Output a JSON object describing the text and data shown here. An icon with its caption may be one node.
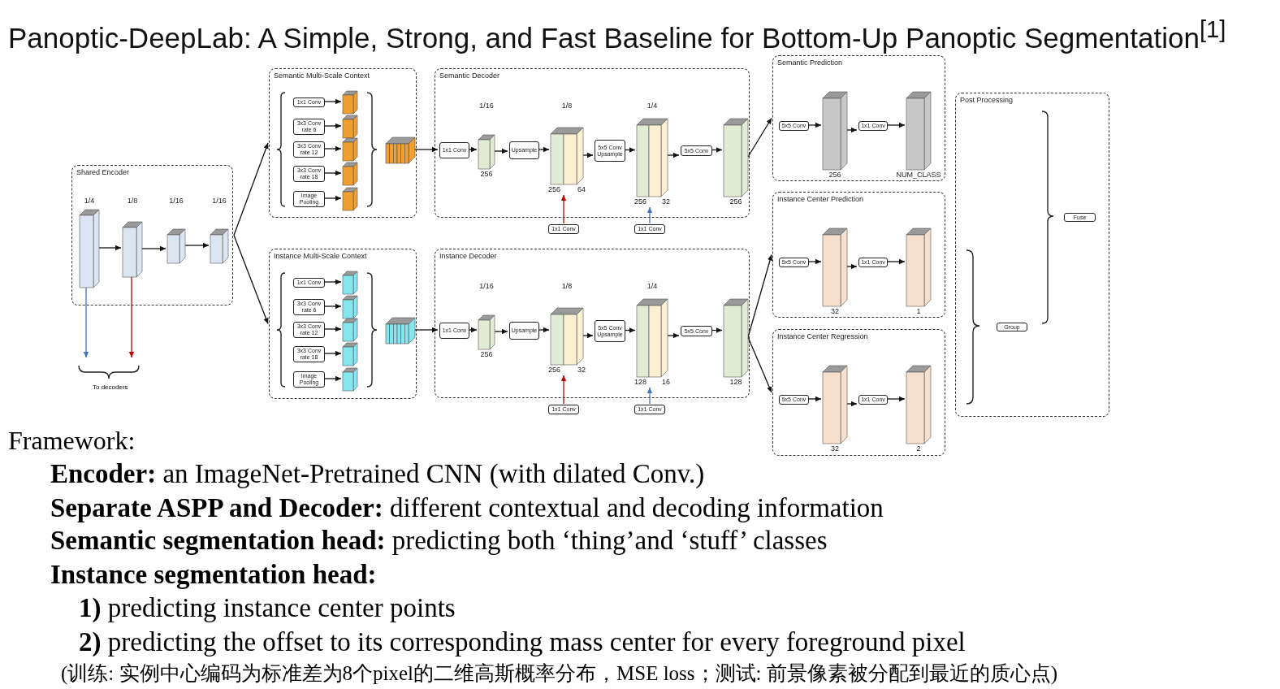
{
  "diagram": {
    "title": "Panoptic-DeepLab: A Simple, Strong, and Fast Baseline for Bottom-Up Panoptic Segmentation$^{[1]}$",
    "nodes": [
      {
        "text": [
          "Shared Encoder"
        ]
      },
      {
        "text": [
          "1/4"
        ],
        "in": 0
      },
      {
        "text": [
          "1/8"
        ],
        "in": 0
      },
      {
        "text": [
          "1/16"
        ],
        "in": 0
      },
      {
        "text": [
          "1/16"
        ],
        "in": 0
      },
      {
        "text": [
          "Semantic Multi-Scale Context"
        ]
      },
      {
        "text": [
          "1x1 Conv"
        ],
        "in": 5
      },
      {
        "text": [
          "3x3 Conv rate 6"
        ],
        "in": 5
      },
      {
        "text": [
          "3x3 Conv rate 12"
        ],
        "in": 5
      },
      {
        "text": [
          "3x3 Conv rate 18"
        ],
        "in": 5
      },
      {
        "text": [
          "Image Pooling"
        ],
        "in": 5
      },
      {
        "text": [],
        "shape": "box",
        "in": 5
      },
      {
        "text": [],
        "shape": "box",
        "in": 5
      },
      {
        "text": [],
        "shape": "box",
        "in": 5
      },
      {
        "text": [],
        "shape": "box",
        "in": 5
      },
      {
        "text": [],
        "shape": "box",
        "in": 5
      },
      {
        "text": [],
        "shape": "box",
        "in": 5
      },
      {
        "text": [
          "Instance Multi-Scale Context"
        ]
      },
      {
        "text": [
          "1x1 Conv"
        ],
        "in": 17
      },
      {
        "text": [
          "3x3 Conv rate 6"
        ],
        "in": 17
      },
      {
        "text": [
          "3x3 Conv rate 12"
        ],
        "in": 17
      },
      {
        "text": [
          "3x3 Conv rate 18"
        ],
        "in": 17
      },
      {
        "text": [
          "Image Pooling"
        ],
        "in": 17
      },
      {
        "text": [],
        "shape": "box",
        "in": 17
      },
      {
        "text": [],
        "shape": "box",
        "in": 17
      },
      {
        "text": [],
        "shape": "box",
        "in": 17
      },
      {
        "text": [],
        "shape": "box",
        "in": 17
      },
      {
        "text": [],
        "shape": "box",
        "in": 17
      },
      {
        "text": [],
        "shape": "box",
        "in": 17
      },
      {
        "text": [
          "Semantic Decoder"
        ]
      },
      {
        "text": [
          "1x1 Conv"
        ],
        "in": 29
      },
      {
        "text": [
          "1/16",
          "256"
        ],
        "in": 29
      },
      {
        "text": [
          "Upsample"
        ],
        "in": 29
      },
      {
        "text": [
          "1/8",
          "256",
          "64"
        ],
        "in": 29
      },
      {
        "text": [
          "5x5 Conv Upsample"
        ],
        "in": 29
      },
      {
        "text": [
          "1/4",
          "256",
          "32"
        ],
        "in": 29
      },
      {
        "text": [
          "5x5 Conv"
        ],
        "in": 29
      },
      {
        "text": [
          "256"
        ],
        "in": 29
      },
      {
        "text": [
          "1x1 Conv"
        ]
      },
      {
        "text": [
          "1x1 Conv"
        ]
      },
      {
        "text": [
          "Instance Decoder"
        ]
      },
      {
        "text": [
          "1x1 Conv"
        ],
        "in": 40
      },
      {
        "text": [
          "1/16",
          "256"
        ],
        "in": 40
      },
      {
        "text": [
          "Upsample"
        ],
        "in": 40
      },
      {
        "text": [
          "1/8",
          "256",
          "32"
        ],
        "in": 40
      },
      {
        "text": [
          "5x5 Conv Upsample"
        ],
        "in": 40
      },
      {
        "text": [
          "1/4",
          "128",
          "16"
        ],
        "in": 40
      },
      {
        "text": [
          "5x5 Conv"
        ],
        "in": 40
      },
      {
        "text": [
          "128"
        ],
        "in": 40
      },
      {
        "text": [
          "1x1 Conv"
        ]
      },
      {
        "text": [
          "1x1 Conv"
        ]
      },
      {
        "text": [
          "Semantic Prediction"
        ]
      },
      {
        "text": [
          "5x5 Conv"
        ],
        "in": 51
      },
      {
        "text": [
          "256"
        ],
        "in": 51
      },
      {
        "text": [
          "1x1 Conv"
        ],
        "in": 51
      },
      {
        "text": [
          "NUM_CLASS"
        ],
        "in": 51
      },
      {
        "text": [
          "Instance Center Prediction"
        ]
      },
      {
        "text": [
          "5x5 Conv"
        ],
        "in": 56
      },
      {
        "text": [
          "32"
        ],
        "in": 56
      },
      {
        "text": [
          "1x1 Conv"
        ],
        "in": 56
      },
      {
        "text": [
          "1"
        ],
        "in": 56
      },
      {
        "text": [
          "Instance Center Regression"
        ]
      },
      {
        "text": [
          "5x5 Conv"
        ],
        "in": 61
      },
      {
        "text": [
          "32"
        ],
        "in": 61
      },
      {
        "text": [
          "1x1 Conv"
        ],
        "in": 61
      },
      {
        "text": [
          "2"
        ],
        "in": 61
      },
      {
        "text": [
          "Post Processing"
        ]
      },
      {
        "text": [
          "Fuse"
        ],
        "in": 66
      },
      {
        "text": [
          "Group"
        ],
        "in": 66
      }
    ],
    "edges": [
      {
        "from": 1,
        "to": 2,
        "arrow": "to"
      },
      {
        "from": 2,
        "to": 3,
        "arrow": "to"
      },
      {
        "from": 3,
        "to": 4,
        "arrow": "to"
      },
      {
        "from": 1,
        "to": null,
        "arrow": "to",
        "color": "#4472c4"
      },
      {
        "from": 2,
        "to": null,
        "arrow": "to",
        "color": "#c00000"
      },
      {
        "from": 0,
        "to": 5,
        "arrow": "to"
      },
      {
        "from": 0,
        "to": 17,
        "arrow": "to"
      },
      {
        "from": 6,
        "to": 11,
        "arrow": "to"
      },
      {
        "from": 7,
        "to": 12,
        "arrow": "to"
      },
      {
        "from": 8,
        "to": 13,
        "arrow": "to"
      },
      {
        "from": 9,
        "to": 14,
        "arrow": "to"
      },
      {
        "from": 10,
        "to": 15,
        "arrow": "to"
      },
      {
        "from": 18,
        "to": 23,
        "arrow": "to"
      },
      {
        "from": 19,
        "to": 24,
        "arrow": "to"
      },
      {
        "from": 20,
        "to": 25,
        "arrow": "to"
      },
      {
        "from": 21,
        "to": 26,
        "arrow": "to"
      },
      {
        "from": 22,
        "to": 27,
        "arrow": "to"
      },
      {
        "from": 16,
        "to": 30,
        "arrow": "to"
      },
      {
        "from": 28,
        "to": 41,
        "arrow": "to"
      },
      {
        "from": 30,
        "to": 31,
        "arrow": "to"
      },
      {
        "from": 31,
        "to": 32,
        "arrow": "to"
      },
      {
        "from": 32,
        "to": 33,
        "arrow": "to"
      },
      {
        "from": 33,
        "to": 34,
        "arrow": "to"
      },
      {
        "from": 34,
        "to": 35,
        "arrow": "to"
      },
      {
        "from": 35,
        "to": 36,
        "arrow": "to"
      },
      {
        "from": 36,
        "to": 37,
        "arrow": "to"
      },
      {
        "from": 38,
        "to": 33,
        "arrow": "to",
        "color": "#c00000"
      },
      {
        "from": 39,
        "to": 35,
        "arrow": "to",
        "color": "#4472c4"
      },
      {
        "from": 41,
        "to": 42,
        "arrow": "to"
      },
      {
        "from": 42,
        "to": 43,
        "arrow": "to"
      },
      {
        "from": 43,
        "to": 44,
        "arrow": "to"
      },
      {
        "from": 44,
        "to": 45,
        "arrow": "to"
      },
      {
        "from": 45,
        "to": 46,
        "arrow": "to"
      },
      {
        "from": 46,
        "to": 47,
        "arrow": "to"
      },
      {
        "from": 47,
        "to": 48,
        "arrow": "to"
      },
      {
        "from": 49,
        "to": 44,
        "arrow": "to",
        "color": "#c00000"
      },
      {
        "from": 50,
        "to": 46,
        "arrow": "to",
        "color": "#4472c4"
      },
      {
        "from": 37,
        "to": 51,
        "arrow": "to"
      },
      {
        "from": 48,
        "to": 56,
        "arrow": "to"
      },
      {
        "from": 48,
        "to": 61,
        "arrow": "to"
      },
      {
        "from": 52,
        "to": 53,
        "arrow": "to"
      },
      {
        "from": 53,
        "to": 54,
        "arrow": "to"
      },
      {
        "from": 54,
        "to": 55,
        "arrow": "to"
      },
      {
        "from": 57,
        "to": 58,
        "arrow": "to"
      },
      {
        "from": 58,
        "to": 59,
        "arrow": "to"
      },
      {
        "from": 59,
        "to": 60,
        "arrow": "to"
      },
      {
        "from": 62,
        "to": 63,
        "arrow": "to"
      },
      {
        "from": 63,
        "to": 64,
        "arrow": "to"
      },
      {
        "from": 64,
        "to": 65,
        "arrow": "to"
      }
    ],
    "labels": [
      "To decoders",
      "Framework:",
      "**Encoder:** an ImageNet-Pretrained CNN (with dilated Conv.)",
      "**Separate ASPP and Decoder:** different contextual and decoding information",
      "**Semantic segmentation head:** predicting both ‘thing’and ‘stuff’ classes",
      "Instance segmentation head:",
      "**1)** predicting instance center points",
      "**2)** predicting the offset to its corresponding mass center for every foreground pixel",
      "(训练: 实例中心编码为标准差为8个pixel的二维高斯概率分布，MSE loss；测试: 前景像素被分配到最近的质心点)"
    ]
  }
}
